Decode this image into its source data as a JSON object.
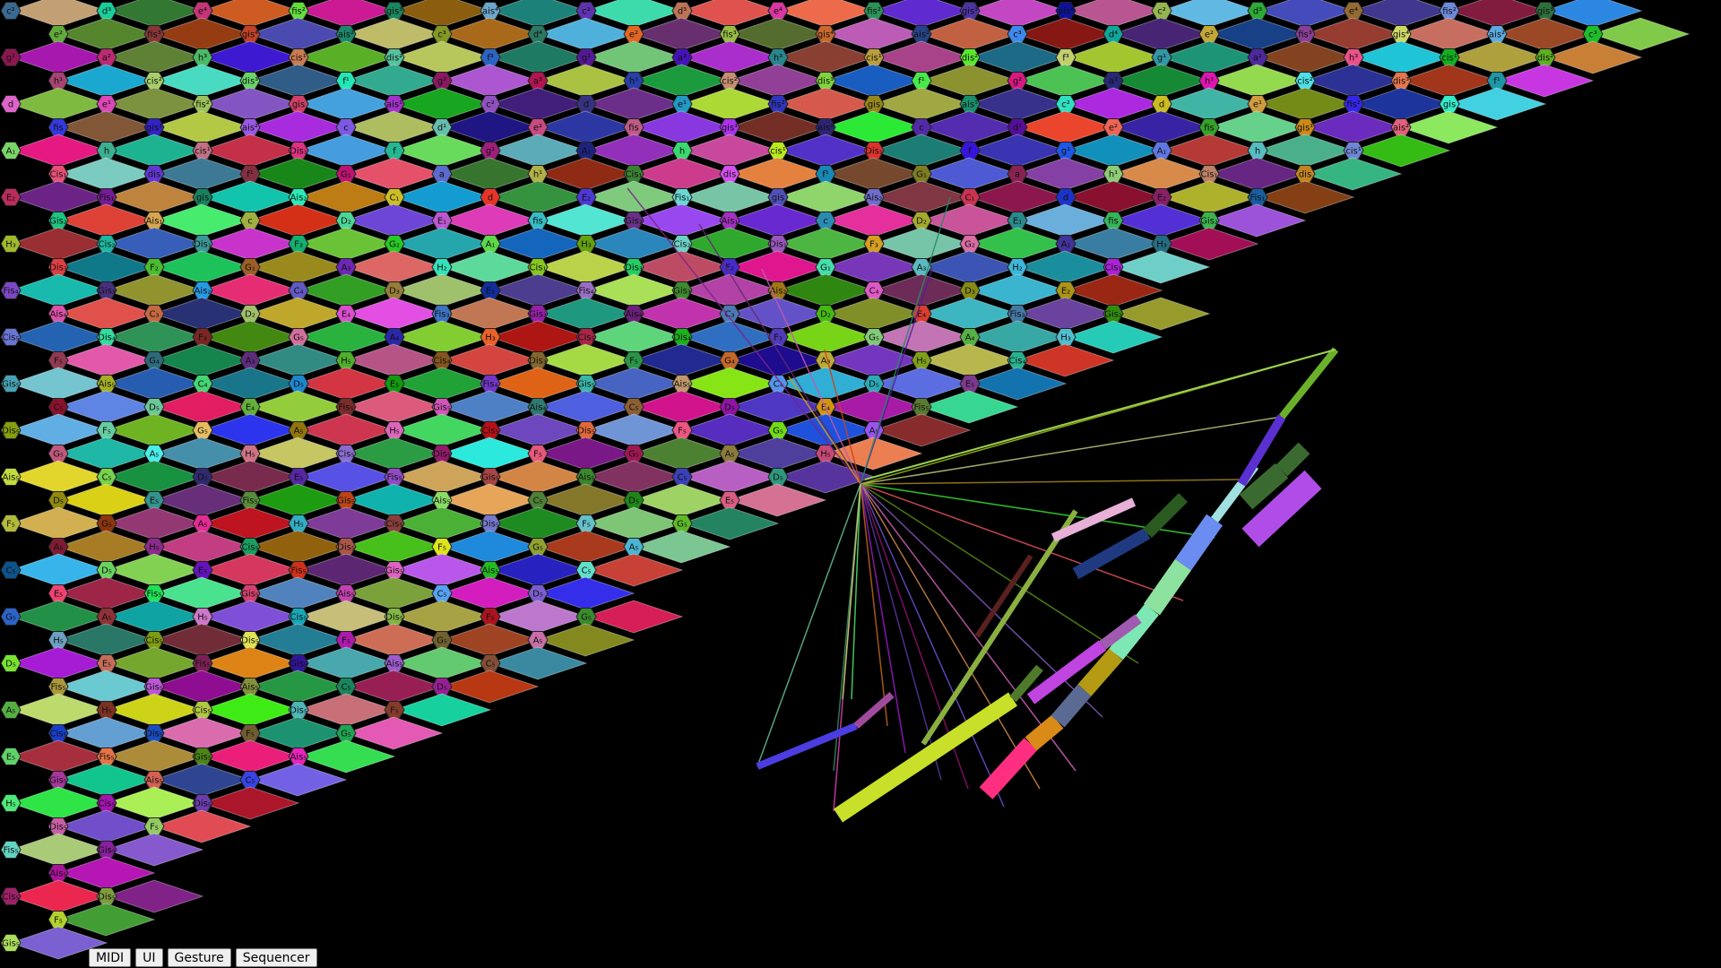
{
  "toolbar": {
    "buttons": [
      {
        "id": "midi",
        "label": "MIDI"
      },
      {
        "id": "ui",
        "label": "UI"
      },
      {
        "id": "gesture",
        "label": "Gesture"
      },
      {
        "id": "sequencer",
        "label": "Sequencer"
      }
    ]
  },
  "note_names": [
    "C",
    "Cis",
    "D",
    "Dis",
    "E",
    "F",
    "Fis",
    "G",
    "Gis",
    "A",
    "Ais",
    "H"
  ],
  "grid": {
    "sample_labels": [
      "d⁴",
      "e⁴",
      "f⁴",
      "g⁴",
      "a⁴",
      "h⁴",
      "c⁴",
      "dis³",
      "fis³",
      "gis²",
      "ais¹",
      "h¹",
      "cis¹",
      "e¹",
      "fis",
      "a",
      "c",
      "D",
      "F",
      "Gis",
      "H",
      "D₁",
      "F₁",
      "Gis₁",
      "H₁",
      "D₂",
      "F₂",
      "Gis₂",
      "H₂",
      "D₃",
      "Cis₄",
      "Dis₄",
      "Fis₃",
      "C₅"
    ]
  },
  "colors": {
    "background": "#000000"
  }
}
